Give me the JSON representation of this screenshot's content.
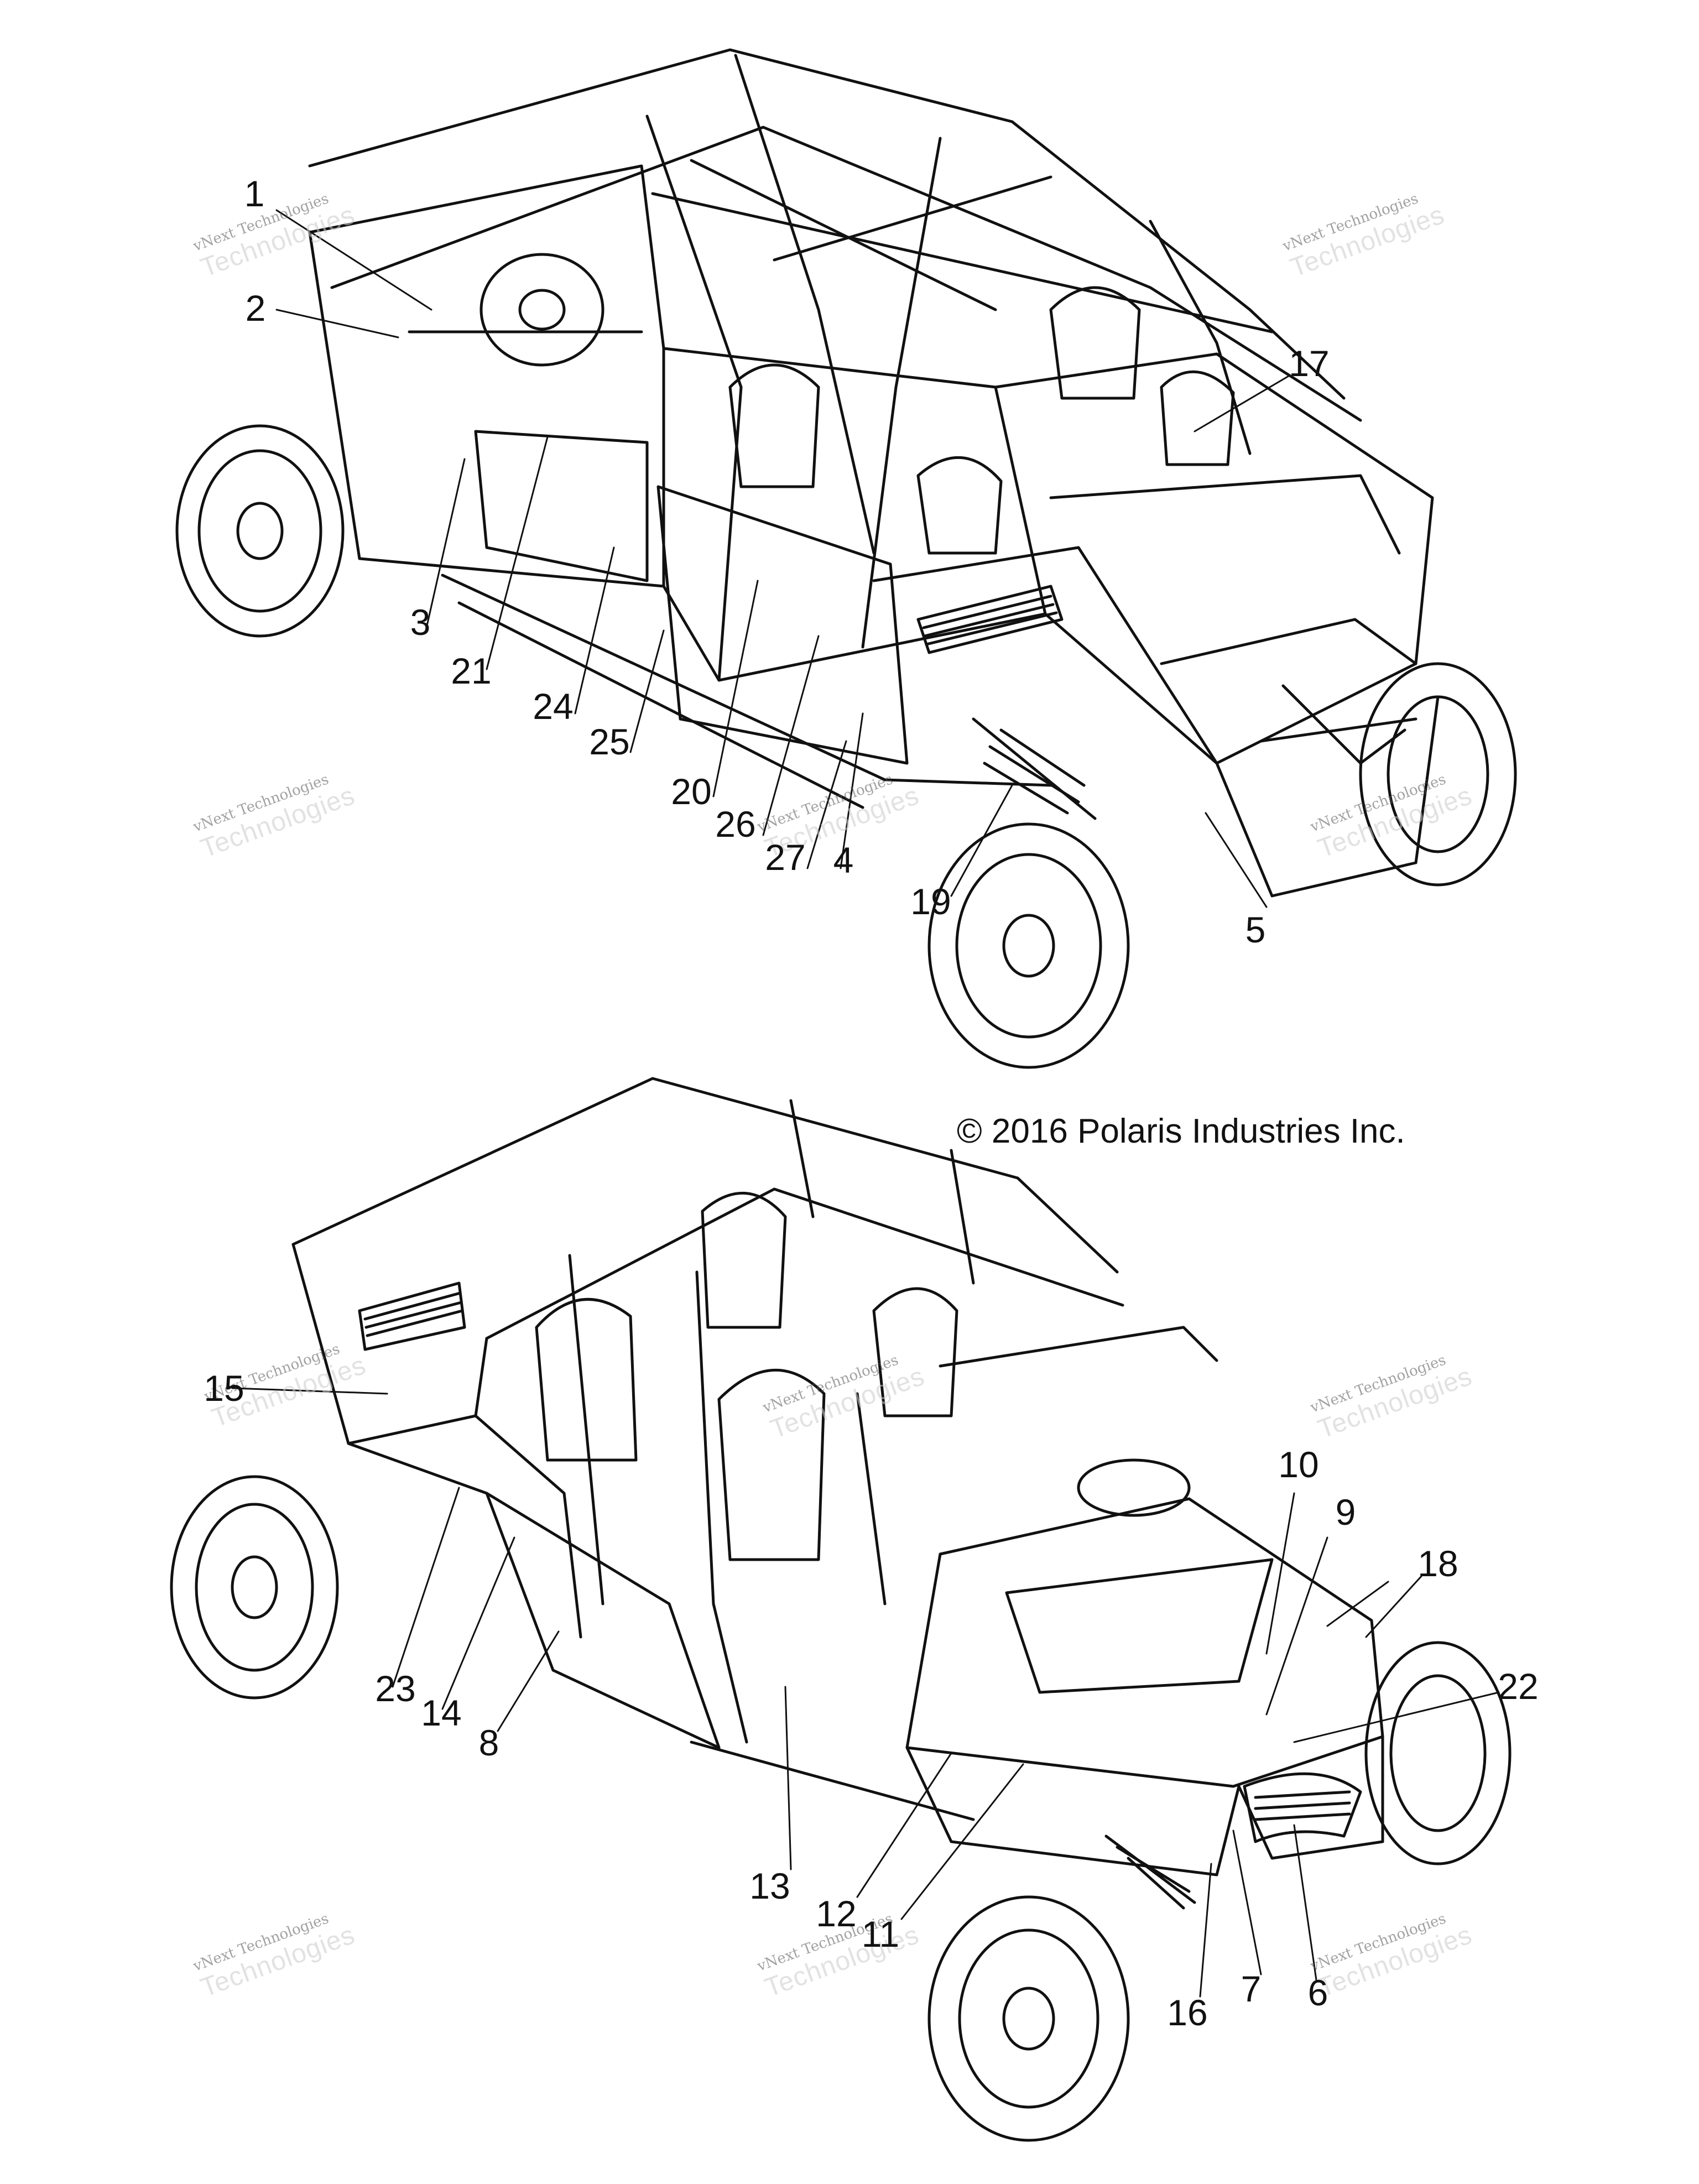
{
  "copyright": "© 2016 Polaris Industries Inc.",
  "watermark": {
    "line1": "vNext Technologies",
    "line2": "Technologies"
  },
  "callouts_top": [
    "1",
    "2",
    "3",
    "21",
    "24",
    "25",
    "20",
    "26",
    "27",
    "4",
    "19",
    "5",
    "17"
  ],
  "callouts_bottom": [
    "15",
    "23",
    "14",
    "8",
    "13",
    "12",
    "11",
    "16",
    "7",
    "6",
    "22",
    "18",
    "9",
    "10"
  ],
  "colors": {
    "line": "#111111",
    "background": "#ffffff",
    "watermark": "#c8c8c8"
  }
}
